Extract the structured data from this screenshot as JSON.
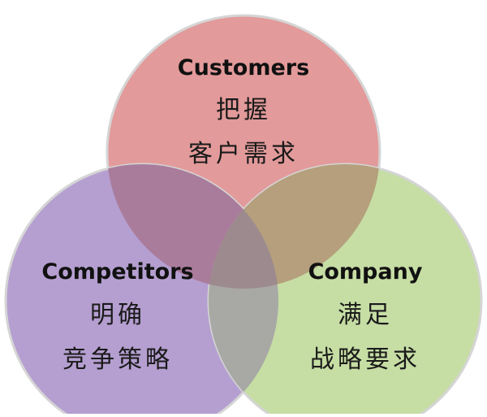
{
  "diagram": {
    "type": "venn-3",
    "circles": [
      {
        "id": "customers",
        "title": "Customers",
        "line1": "把握",
        "line2": "客户需求",
        "color": "#e39a9a"
      },
      {
        "id": "competitors",
        "title": "Competitors",
        "line1": "明确",
        "line2": "竞争策略",
        "color": "#b59fd0"
      },
      {
        "id": "company",
        "title": "Company",
        "line1": "满足",
        "line2": "战略要求",
        "color": "#c6dda4"
      }
    ],
    "overlap_colors": {
      "customers_competitors": "#a97c9c",
      "customers_company": "#b59f7c",
      "competitors_company": "#a8a8a5",
      "center": "#9d8a8e"
    },
    "edge_color": "#d5d5d5"
  }
}
